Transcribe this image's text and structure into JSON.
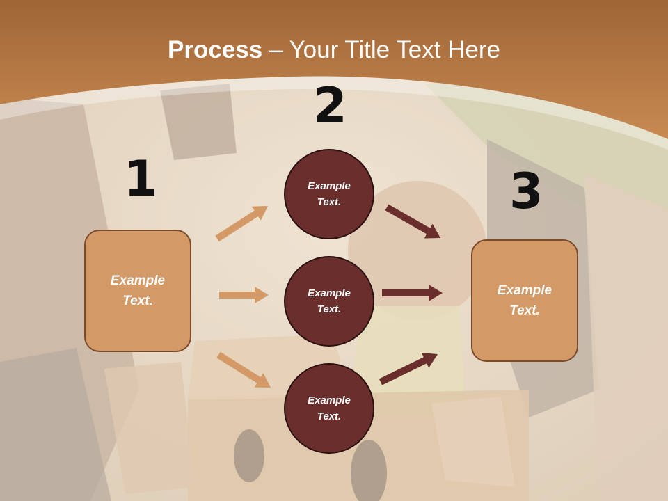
{
  "slide": {
    "title_bold": "Process",
    "title_rest": " – Your Title Text Here",
    "steps": [
      {
        "number": "1",
        "label": "Example\nText."
      },
      {
        "number": "2"
      },
      {
        "number": "3",
        "label": "Example\nText."
      }
    ],
    "circles": [
      {
        "label": "Example\nText."
      },
      {
        "label": "Example\nText."
      },
      {
        "label": "Example\nText."
      }
    ]
  },
  "colors": {
    "header": "#bf7e47",
    "box_fill": "#d39a68",
    "circle_fill": "#6a2e2c",
    "arrow_light": "#d39a68",
    "arrow_dark": "#6a2e2c"
  }
}
